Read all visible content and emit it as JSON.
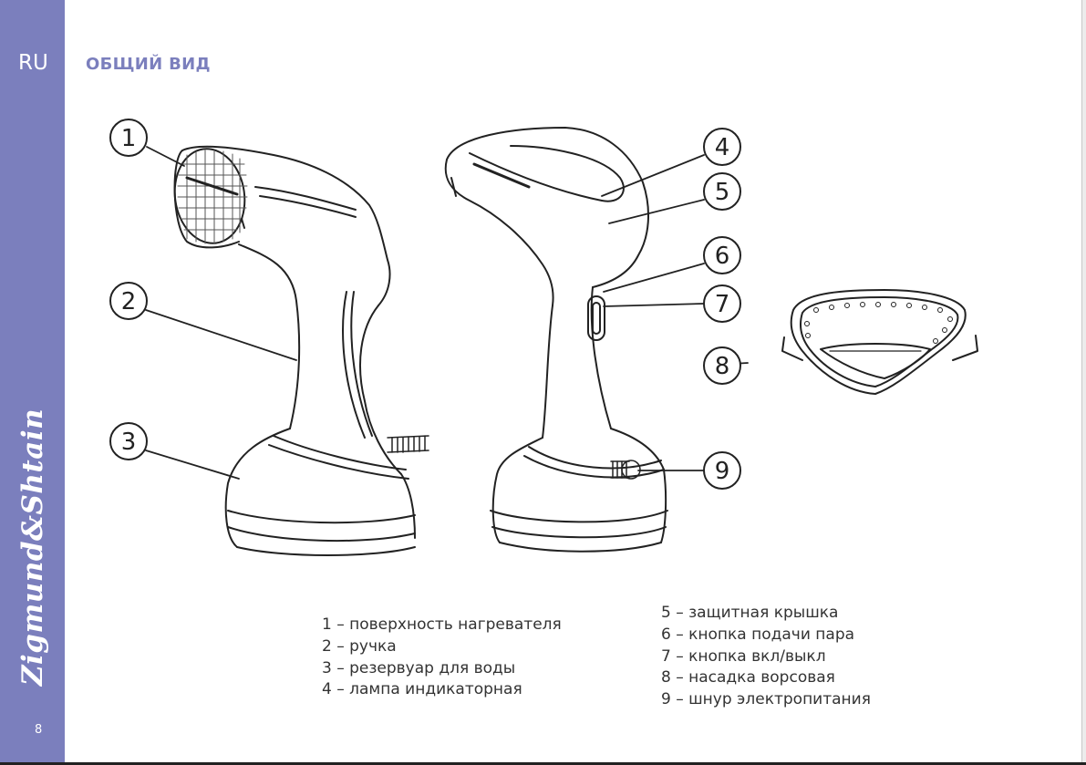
{
  "sidebar": {
    "language": "RU",
    "brand": "Zigmund&Shtain",
    "page_number": "8"
  },
  "header": {
    "title": "ОБЩИЙ ВИД"
  },
  "callouts": [
    "1",
    "2",
    "3",
    "4",
    "5",
    "6",
    "7",
    "8",
    "9"
  ],
  "legend_left": [
    "1 – поверхность нагревателя",
    "2 – ручка",
    "3 – резервуар для воды",
    "4 – лампа индикаторная"
  ],
  "legend_right": [
    "5 – защитная крышка",
    "6 – кнопка подачи пара",
    "7 – кнопка вкл/выкл",
    "8 – насадка ворсовая",
    "9 – шнур электропитания"
  ],
  "colors": {
    "sidebar": "#7b7fbd",
    "title": "#7b7fbd",
    "line": "#222222"
  }
}
